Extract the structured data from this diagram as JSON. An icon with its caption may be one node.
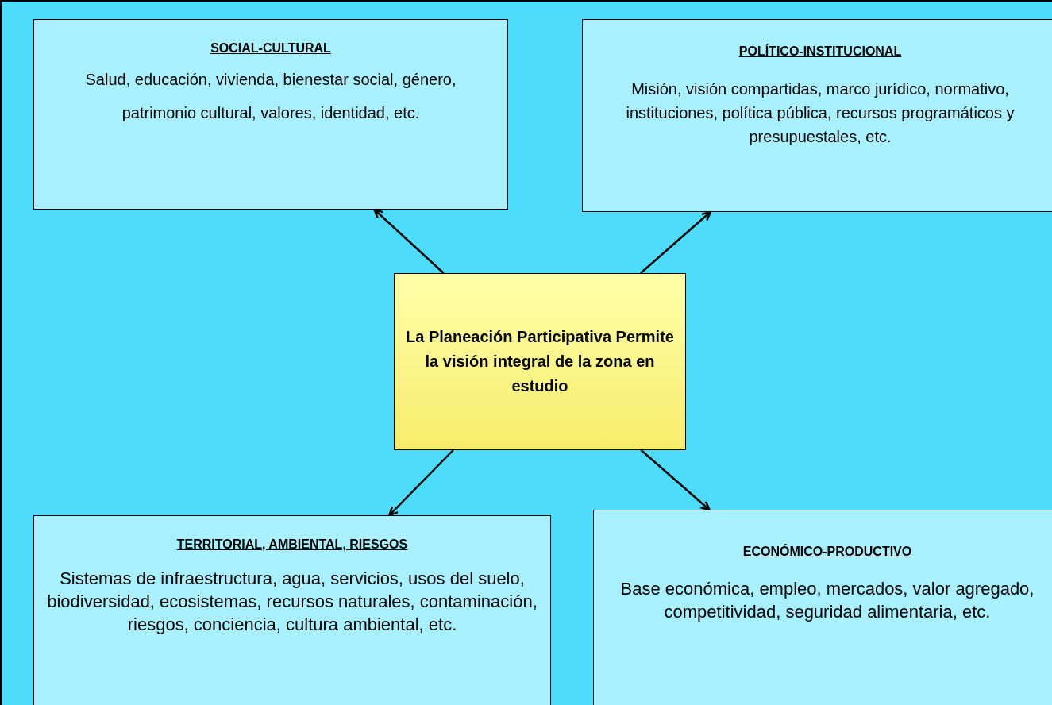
{
  "diagram": {
    "nodes": [
      {
        "text": [
          "La Planeación Participativa Permite la visión integral de la zona en estudio"
        ]
      },
      {
        "text": [
          "SOCIAL-CULTURAL",
          "Salud, educación, vivienda, bienestar social, género,",
          "patrimonio cultural, valores, identidad, etc."
        ]
      },
      {
        "text": [
          "POLÍTICO-INSTITUCIONAL",
          "Misión, visión compartidas, marco jurídico, normativo, instituciones, política pública, recursos programáticos y presupuestales, etc."
        ]
      },
      {
        "text": [
          "TERRITORIAL, AMBIENTAL, RIESGOS",
          "Sistemas de infraestructura,  agua, servicios, usos del suelo, biodiversidad, ecosistemas, recursos naturales, contaminación, riesgos, conciencia, cultura ambiental, etc."
        ]
      },
      {
        "text": [
          "ECONÓMICO-PRODUCTIVO",
          "Base económica, empleo, mercados, valor agregado, competitividad, seguridad alimentaria, etc."
        ]
      }
    ],
    "edges": [
      {
        "from": 0,
        "to": 1,
        "arrow": "to"
      },
      {
        "from": 0,
        "to": 2,
        "arrow": "to"
      },
      {
        "from": 0,
        "to": 3,
        "arrow": "to"
      },
      {
        "from": 0,
        "to": 4,
        "arrow": "to"
      }
    ]
  }
}
